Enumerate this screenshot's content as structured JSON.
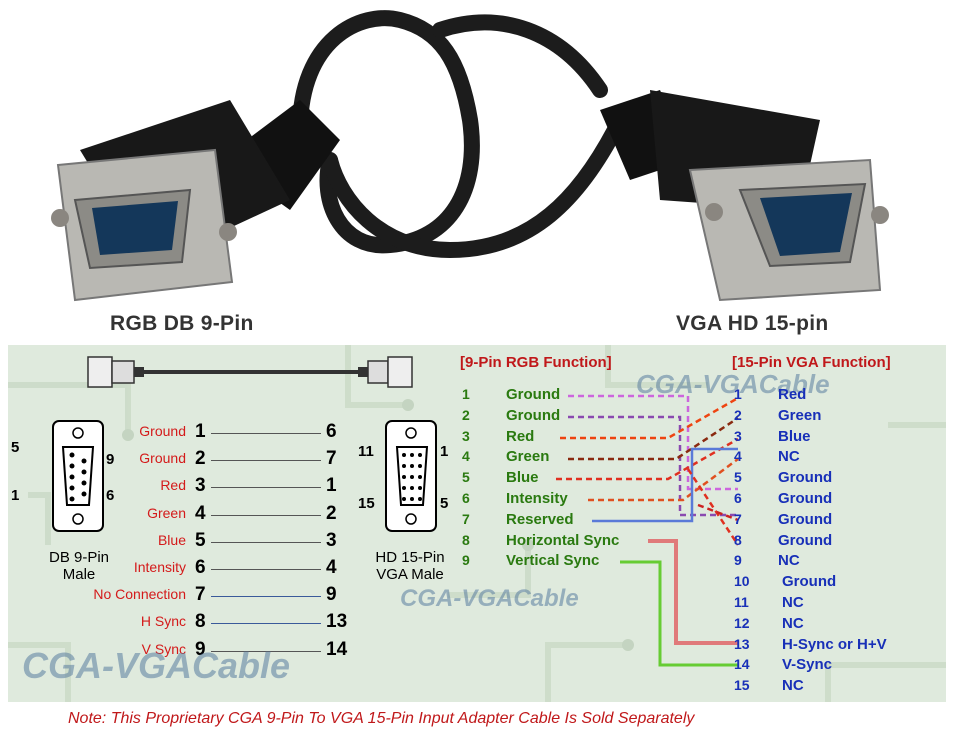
{
  "photo": {
    "left_label": "RGB DB 9-Pin",
    "right_label": "VGA HD 15-pin"
  },
  "left_diagram": {
    "db9_caption": "DB 9-Pin Male",
    "hd15_caption": "HD 15-Pin VGA Male",
    "db9_corner_numbers": [
      "5",
      "9",
      "1",
      "6"
    ],
    "hd15_corner_numbers": [
      "11",
      "1",
      "15",
      "5"
    ],
    "rows": [
      {
        "label": "Ground",
        "from": "1",
        "to": "6"
      },
      {
        "label": "Ground",
        "from": "2",
        "to": "7"
      },
      {
        "label": "Red",
        "from": "3",
        "to": "1"
      },
      {
        "label": "Green",
        "from": "4",
        "to": "2"
      },
      {
        "label": "Blue",
        "from": "5",
        "to": "3"
      },
      {
        "label": "Intensity",
        "from": "6",
        "to": "4"
      },
      {
        "label": "No Connection",
        "from": "7",
        "to": "9"
      },
      {
        "label": "H Sync",
        "from": "8",
        "to": "13"
      },
      {
        "label": "V Sync",
        "from": "9",
        "to": "14"
      }
    ]
  },
  "right_diagram": {
    "rgb_header": "[9-Pin RGB Function]",
    "vga_header": "[15-Pin VGA Function]",
    "rgb_pins": [
      {
        "num": "1",
        "name": "Ground"
      },
      {
        "num": "2",
        "name": "Ground"
      },
      {
        "num": "3",
        "name": "Red"
      },
      {
        "num": "4",
        "name": "Green"
      },
      {
        "num": "5",
        "name": "Blue"
      },
      {
        "num": "6",
        "name": "Intensity"
      },
      {
        "num": "7",
        "name": "Reserved"
      },
      {
        "num": "8",
        "name": "Horizontal Sync"
      },
      {
        "num": "9",
        "name": "Vertical Sync"
      }
    ],
    "vga_pins": [
      {
        "num": "1",
        "name": "Red"
      },
      {
        "num": "2",
        "name": "Green"
      },
      {
        "num": "3",
        "name": "Blue"
      },
      {
        "num": "4",
        "name": "NC"
      },
      {
        "num": "5",
        "name": "Ground"
      },
      {
        "num": "6",
        "name": "Ground"
      },
      {
        "num": "7",
        "name": "Ground"
      },
      {
        "num": "8",
        "name": "Ground"
      },
      {
        "num": "9",
        "name": "NC"
      },
      {
        "num": "10",
        "name": "Ground"
      },
      {
        "num": "11",
        "name": "NC"
      },
      {
        "num": "12",
        "name": "NC"
      },
      {
        "num": "13",
        "name": "H-Sync or H+V"
      },
      {
        "num": "14",
        "name": "V-Sync"
      },
      {
        "num": "15",
        "name": "NC"
      }
    ]
  },
  "watermarks": {
    "top_right": "CGA-VGACable",
    "middle": "CGA-VGACable",
    "bottom_left": "CGA-VGACable"
  },
  "note": "Note: This Proprietary CGA 9-Pin To VGA 15-Pin Input Adapter Cable Is Sold Separately",
  "colors": {
    "label_red": "#d41a1a",
    "rgb_green": "#2a7a10",
    "vga_blue": "#1830b8",
    "header_red": "#c0181a",
    "panel_bg": "#dfeadd"
  }
}
